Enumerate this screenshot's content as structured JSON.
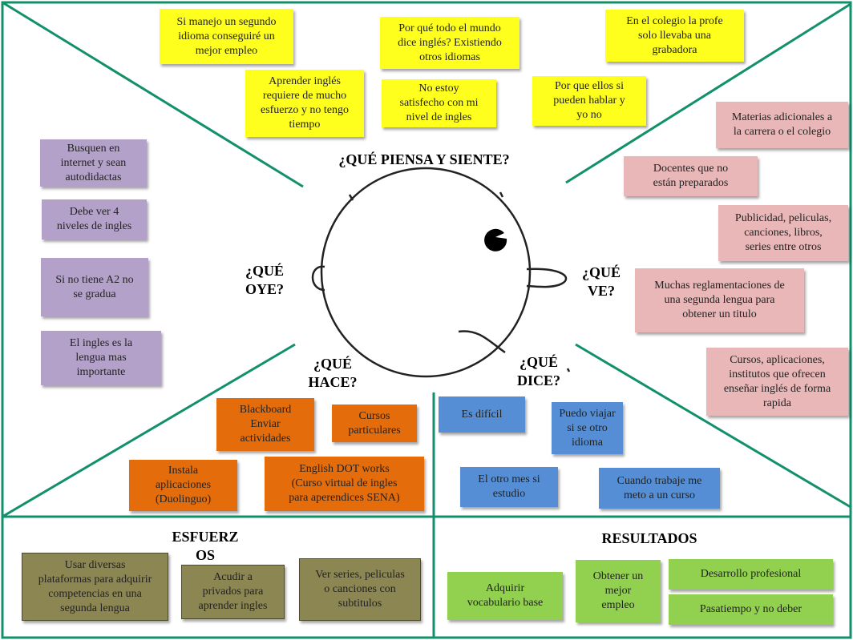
{
  "colors": {
    "frame": "#12906b",
    "yellow_note": "#ffff1e",
    "purple_note": "#b3a1c9",
    "pink_note": "#e9b7b8",
    "orange_note": "#e46c0a",
    "blue_note": "#558ed5",
    "olive_note": "#8c8653",
    "green_note": "#92d050"
  },
  "headings": {
    "piensa": "¿QUÉ PIENSA Y SIENTE?",
    "oye_1": "¿QUÉ",
    "oye_2": "OYE?",
    "ve_1": "¿QUÉ",
    "ve_2": "VE?",
    "hace_1": "¿QUÉ",
    "hace_2": "HACE?",
    "dice_1": "¿QUÉ",
    "dice_2": "DICE?",
    "esfuerzos_1": "ESFUERZ",
    "esfuerzos_2": "OS",
    "resultados": "RESULTADOS"
  },
  "piensa_notes": [
    {
      "lines": [
        "Si manejo un segundo",
        "idioma conseguiré un",
        "mejor empleo"
      ]
    },
    {
      "lines": [
        "Por qué todo el mundo",
        "dice inglés? Existiendo",
        "otros idiomas"
      ]
    },
    {
      "lines": [
        "En el colegio la profe",
        "solo llevaba una",
        "grabadora"
      ]
    },
    {
      "lines": [
        "Aprender inglés",
        "requiere de mucho",
        "esfuerzo y no tengo",
        "tiempo"
      ]
    },
    {
      "lines": [
        "No estoy",
        "satisfecho con mi",
        "nivel de ingles"
      ]
    },
    {
      "lines": [
        "Por que ellos si",
        "pueden  hablar y",
        "yo no"
      ]
    }
  ],
  "oye_notes": [
    {
      "lines": [
        "Busquen en",
        "internet y sean",
        "autodidactas"
      ]
    },
    {
      "lines": [
        "Debe ver 4",
        "niveles de ingles"
      ]
    },
    {
      "lines": [
        "Si no tiene A2 no",
        "se gradua"
      ]
    },
    {
      "lines": [
        "El ingles es la",
        "lengua mas",
        "importante"
      ]
    }
  ],
  "ve_notes": [
    {
      "lines": [
        "Materias adicionales a",
        "la carrera o el colegio"
      ]
    },
    {
      "lines": [
        "Docentes que no",
        "están preparados"
      ]
    },
    {
      "lines": [
        "Publicidad, peliculas,",
        "canciones, libros,",
        "series entre otros"
      ]
    },
    {
      "lines": [
        "Muchas reglamentaciones de",
        "una segunda lengua para",
        "obtener un titulo"
      ]
    },
    {
      "lines": [
        "Cursos, aplicaciones,",
        "institutos que ofrecen",
        "enseñar inglés de forma",
        "rapida"
      ]
    }
  ],
  "hace_notes": [
    {
      "lines": [
        "Blackboard",
        "Enviar",
        "actividades"
      ]
    },
    {
      "lines": [
        "Cursos",
        "particulares"
      ]
    },
    {
      "lines": [
        "Instala",
        "aplicaciones",
        "(Duolinguo)"
      ]
    },
    {
      "lines": [
        "English DOT works",
        "(Curso virtual de ingles",
        "para aperendices SENA)"
      ]
    }
  ],
  "dice_notes": [
    {
      "lines": [
        "Es difícil"
      ]
    },
    {
      "lines": [
        "Puedo viajar",
        "si se otro",
        "idioma"
      ]
    },
    {
      "lines": [
        "El otro mes si",
        "estudio"
      ]
    },
    {
      "lines": [
        "Cuando trabaje me",
        "meto a un curso"
      ]
    }
  ],
  "esfuerzos_notes": [
    {
      "lines": [
        "Usar diversas",
        "plataformas para adquirir",
        "competencias en una",
        "segunda lengua"
      ]
    },
    {
      "lines": [
        "Acudir a",
        "privados  para",
        "aprender ingles"
      ]
    },
    {
      "lines": [
        "Ver series, peliculas",
        "o canciones con",
        "subtitulos"
      ]
    }
  ],
  "resultados_notes": [
    {
      "lines": [
        "Adquirir",
        "vocabulario base"
      ]
    },
    {
      "lines": [
        "Obtener un",
        "mejor",
        "empleo"
      ]
    },
    {
      "lines": [
        "Desarrollo profesional"
      ]
    },
    {
      "lines": [
        "Pasatiempo y no deber"
      ]
    }
  ]
}
